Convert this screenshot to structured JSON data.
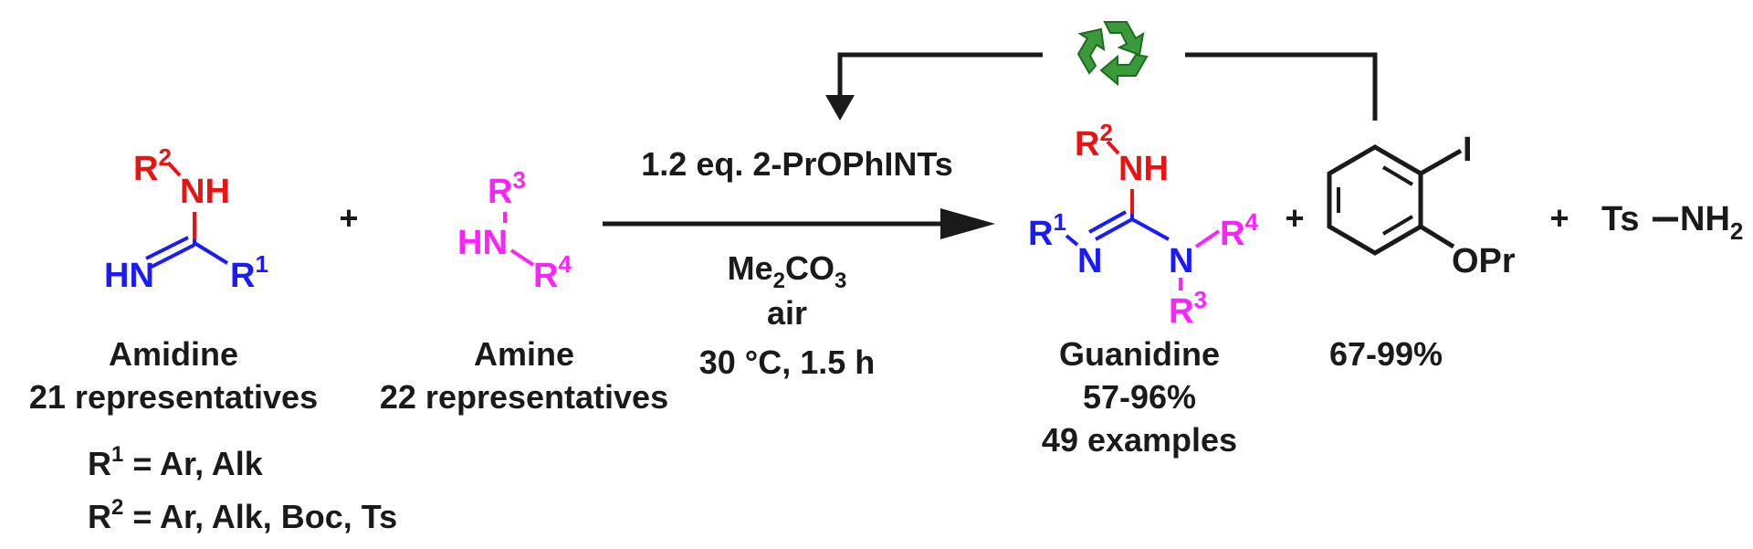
{
  "colors": {
    "black": "#1a1a1a",
    "red": "#ee1111",
    "blue": "#1a1aff",
    "magenta": "#ff22ff",
    "recycle_green": "#3a9a3a"
  },
  "icons": {
    "recycle": "recycle-icon"
  },
  "amidine": {
    "r2": "R",
    "r2_sup": "2",
    "nh": "NH",
    "hn": "HN",
    "r1": "R",
    "r1_sup": "1",
    "name": "Amidine",
    "count": "21 representatives",
    "sub1_r": "R",
    "sub1_sup": "1",
    "sub1_text": " = Ar, Alk",
    "sub2_r": "R",
    "sub2_sup": "2",
    "sub2_text": " = Ar, Alk, Boc, Ts"
  },
  "plus": "+",
  "amine": {
    "r3": "R",
    "r3_sup": "3",
    "hn": "HN",
    "r4": "R",
    "r4_sup": "4",
    "name": "Amine",
    "count": "22 representatives"
  },
  "conditions": {
    "reagent": "1.2 eq. 2-PrOPhINTs",
    "solvent_a": "Me",
    "solvent_sub1": "2",
    "solvent_b": "CO",
    "solvent_sub2": "3",
    "atmosphere": "air",
    "temp_time": "30 °C, 1.5 h"
  },
  "guanidine": {
    "r2": "R",
    "r2_sup": "2",
    "nh": "NH",
    "r1": "R",
    "r1_sup": "1",
    "n_left": "N",
    "n_right": "N",
    "r4": "R",
    "r4_sup": "4",
    "r3": "R",
    "r3_sup": "3",
    "name": "Guanidine",
    "yield": "57-96%",
    "examples": "49 examples"
  },
  "iodoarene": {
    "iodo": "I",
    "opr": "OPr",
    "yield": "67-99%"
  },
  "tsnh2": {
    "ts": "Ts",
    "nh": "NH",
    "nh_sub": "2"
  }
}
